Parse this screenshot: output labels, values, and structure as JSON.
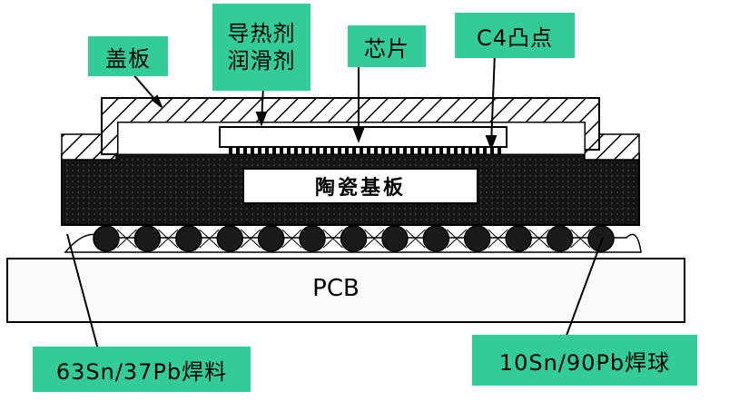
{
  "labels": {
    "lid": "盖板",
    "tim_line1": "导热剂",
    "tim_line2": "润滑剂",
    "chip": "芯片",
    "c4_bump": "C4凸点",
    "ceramic_substrate": "陶瓷基板",
    "pcb": "PCB",
    "solder_63sn": "63Sn/37Pb焊料",
    "solder_ball_10sn": "10Sn/90Pb焊球"
  },
  "colors": {
    "callout_bg": "#33cc99",
    "substrate": "#111111",
    "ball": "#1a1a1a",
    "line": "#000000"
  },
  "solder_ball_count": 13
}
